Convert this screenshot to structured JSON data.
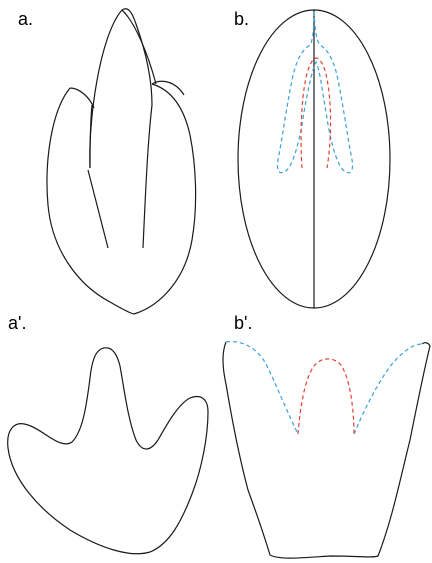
{
  "labels": {
    "a": "a.",
    "b": "b.",
    "a_prime": "a'.",
    "b_prime": "b'."
  },
  "colors": {
    "outline": "#1a1a1a",
    "dashed_blue": "#3aa0dc",
    "dashed_red": "#e0432f",
    "background": "#ffffff"
  }
}
